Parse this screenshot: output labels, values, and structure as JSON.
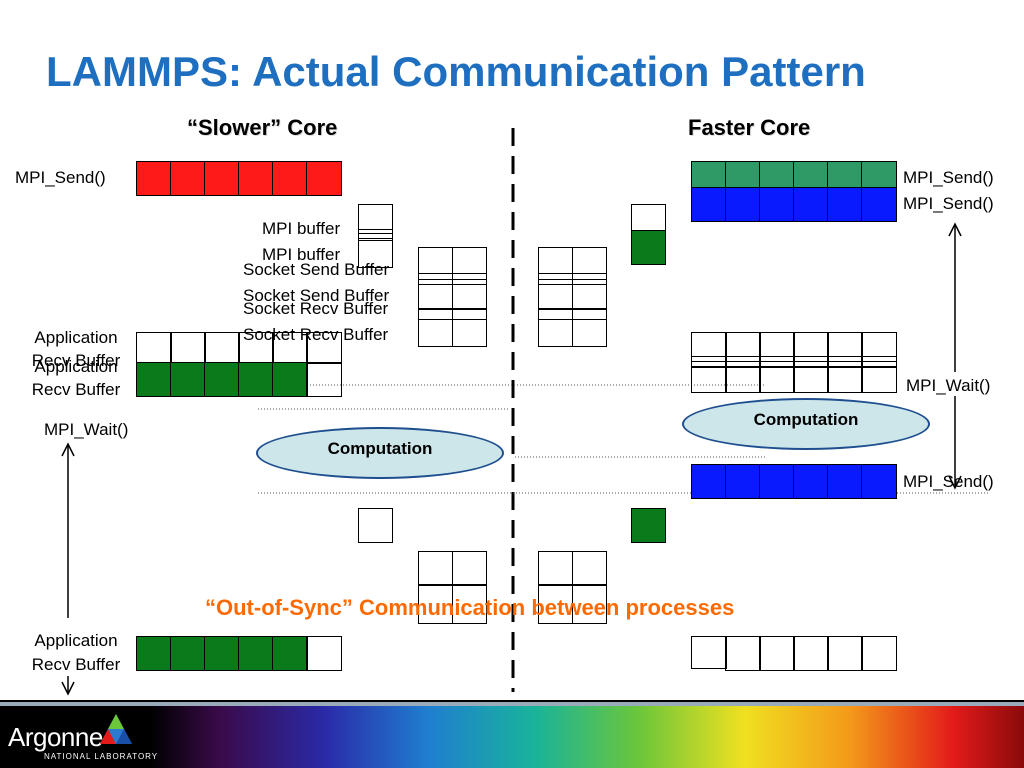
{
  "title": "LAMMPS: Actual Communication Pattern",
  "headers": {
    "slower": "“Slower” Core",
    "faster": "Faster Core"
  },
  "labels": {
    "mpi_send_left": "MPI_Send()",
    "mpi_send_right1": "MPI_Send()",
    "mpi_send_right2": "MPI_Send()",
    "mpi_send_right3": "MPI_Send()",
    "mpi_buffer1": "MPI buffer",
    "mpi_buffer2": "MPI buffer",
    "socket_send1": "Socket Send Buffer",
    "socket_send2": "Socket Send Buffer",
    "socket_recv1": "Socket Recv Buffer",
    "socket_recv2": "Socket Recv Buffer",
    "app_recv_a1": "Application",
    "app_recv_a2": "Recv Buffer",
    "app_recv_b1": "Application",
    "app_recv_b2": "Recv Buffer",
    "app_recv_c1": "Application",
    "app_recv_c2": "Recv Buffer",
    "mpi_wait_left": "MPI_Wait()",
    "mpi_wait_right": "MPI_Wait()",
    "computation_left": "Computation",
    "computation_right": "Computation",
    "out_of_sync": "“Out-of-Sync” Communication between processes",
    "logo": "Argonne",
    "logo_sub": "NATIONAL LABORATORY"
  },
  "colors": {
    "title": "#1f6fc0",
    "red": "#ff1a1a",
    "green": "#0a7a1a",
    "teal": "#2e9a66",
    "blue": "#0a1aff",
    "orange": "#ff6a00",
    "ellipse": "#cde6ea"
  }
}
